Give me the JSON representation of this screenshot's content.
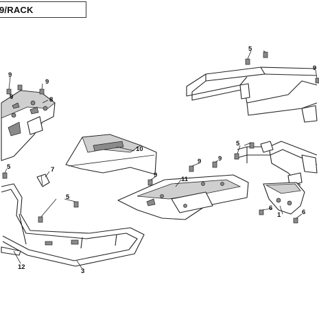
{
  "title": "9/RACK",
  "callouts": {
    "c5_top": "5",
    "c9_top_right": "9",
    "c9_a": "9",
    "c9_b": "9",
    "c9_c": "9",
    "c8": "8",
    "c10": "10",
    "c7": "7",
    "c5_left": "5",
    "c5_mid": "5",
    "c12": "12",
    "c3": "3",
    "c9_d": "9",
    "c9_e": "9",
    "c9_f": "9",
    "c11": "11",
    "c5_right": "5",
    "c6_a": "6",
    "c6_b": "6",
    "c1": "1"
  }
}
